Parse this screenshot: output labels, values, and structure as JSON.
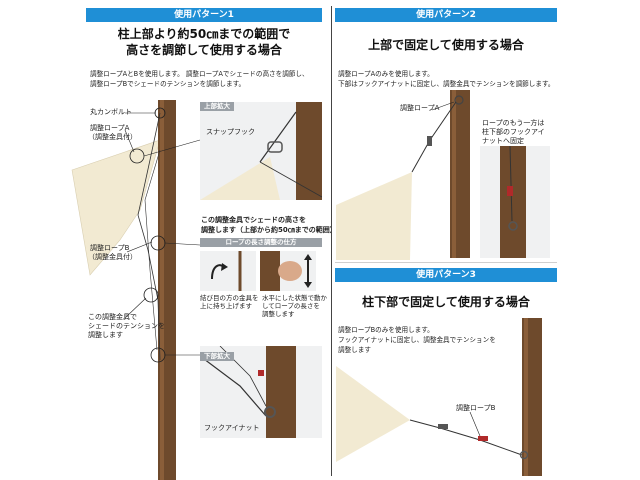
{
  "pattern1": {
    "header": "使用パターン1",
    "title_line1": "柱上部より約50㎝までの範囲で",
    "title_line2": "高さを調節して使用する場合",
    "desc_line1": "調整ロープAとBを使用します。 調整ロープAでシェードの高さを調節し、",
    "desc_line2": "調整ロープBでシェードのテンションを調節します。",
    "callout_eyebolt": "丸カンボルト",
    "callout_rope_a_1": "調整ロープA",
    "callout_rope_a_2": "（調整金具付）",
    "callout_rope_b_1": "調整ロープB",
    "callout_rope_b_2": "（調整金具付）",
    "callout_tension_1": "この調整金具で",
    "callout_tension_2": "シェードのテンションを",
    "callout_tension_3": "調整します",
    "zoom_top_header": "上部拡大",
    "zoom_top_label": "スナップフック",
    "height_note_1": "この調整金具でシェードの高さを",
    "height_note_2": "調整します（上部から約50㎝までの範囲）",
    "length_header": "ロープの長さ調整の仕方",
    "caption_left_1": "結び目の方の金具を",
    "caption_left_2": "上に持ち上げます",
    "caption_right_1": "水平にした状態で動か",
    "caption_right_2": "してロープの長さを",
    "caption_right_3": "調整します",
    "zoom_bottom_header": "下部拡大",
    "zoom_bottom_label": "フックアイナット"
  },
  "pattern2": {
    "header": "使用パターン2",
    "title": "上部で固定して使用する場合",
    "desc_line1": "調整ロープAのみを使用します。",
    "desc_line2": "下部はフックアイナットに固定し、調整金具でテンションを調節します。",
    "rope_label": "調整ロープA",
    "note_1": "ロープのもう一方は",
    "note_2": "柱下部のフックアイ",
    "note_3": "ナットへ固定"
  },
  "pattern3": {
    "header": "使用パターン3",
    "title": "柱下部で固定して使用する場合",
    "desc_line1": "調整ロープBのみを使用します。",
    "desc_line2": "フックアイナットに固定し、調整金具でテンションを",
    "desc_line3": "調整します",
    "rope_label": "調整ロープB"
  },
  "colors": {
    "header_blue": "#1f8fd6",
    "pole_brown": "#6e4a2c",
    "shade_cream": "#f2ead2",
    "divider": "#444444"
  }
}
